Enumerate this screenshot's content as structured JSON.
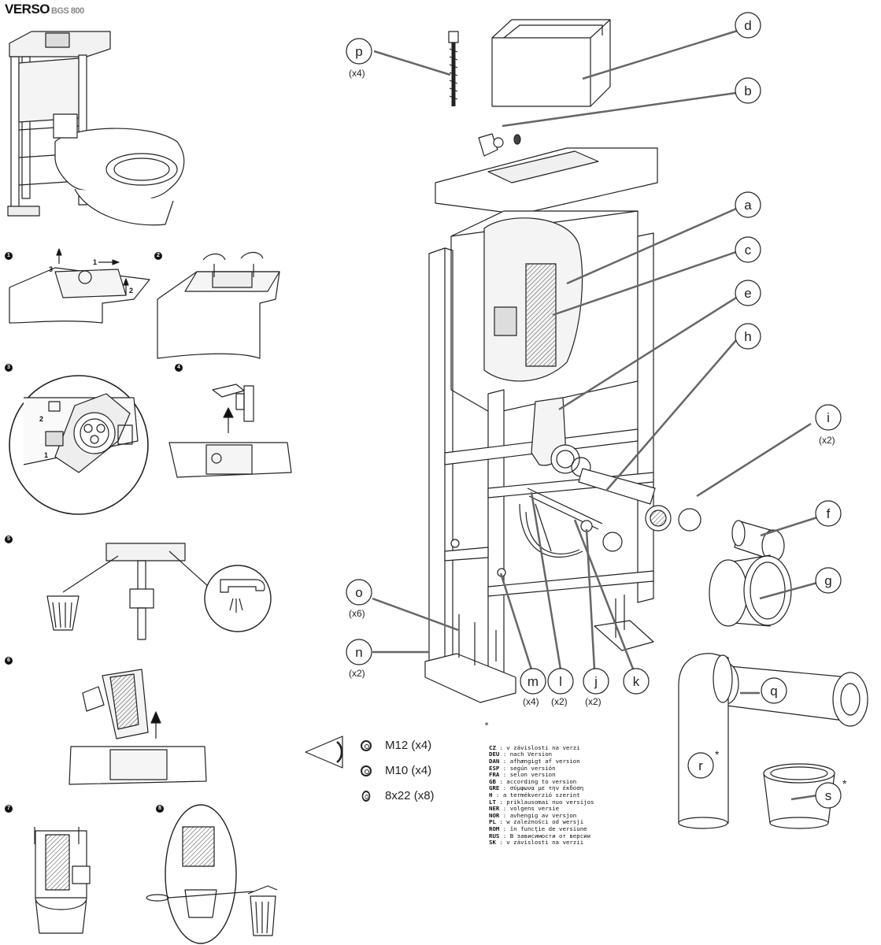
{
  "title": {
    "brand": "VERSO",
    "model": "BGS 800"
  },
  "steps": [
    "1",
    "2",
    "3",
    "4",
    "5",
    "6",
    "7",
    "8"
  ],
  "step1_arrows": [
    "1",
    "2",
    "3"
  ],
  "step3_marks": [
    "1",
    "2"
  ],
  "parts": [
    {
      "letter": "p",
      "qty": "(x4)"
    },
    {
      "letter": "d",
      "qty": ""
    },
    {
      "letter": "b",
      "qty": ""
    },
    {
      "letter": "a",
      "qty": ""
    },
    {
      "letter": "c",
      "qty": ""
    },
    {
      "letter": "e",
      "qty": ""
    },
    {
      "letter": "h",
      "qty": ""
    },
    {
      "letter": "i",
      "qty": "(x2)"
    },
    {
      "letter": "f",
      "qty": ""
    },
    {
      "letter": "g",
      "qty": ""
    },
    {
      "letter": "o",
      "qty": "(x6)"
    },
    {
      "letter": "n",
      "qty": "(x2)"
    },
    {
      "letter": "m",
      "qty": "(x4)"
    },
    {
      "letter": "l",
      "qty": "(x2)"
    },
    {
      "letter": "j",
      "qty": "(x2)"
    },
    {
      "letter": "k",
      "qty": ""
    },
    {
      "letter": "q",
      "qty": ""
    },
    {
      "letter": "r",
      "qty": ""
    },
    {
      "letter": "s",
      "qty": ""
    }
  ],
  "asterisk": "*",
  "fixings": [
    {
      "icon": "nut-m12-icon",
      "label": "M12 (x4)"
    },
    {
      "icon": "nut-m10-icon",
      "label": "M10 (x4)"
    },
    {
      "icon": "washer-icon",
      "label": "8x22 (x8)"
    }
  ],
  "legend": [
    {
      "code": "CZ",
      "text": "v závislosti na verzi"
    },
    {
      "code": "DEU",
      "text": "nach Version"
    },
    {
      "code": "DAN",
      "text": "afhængigt af version"
    },
    {
      "code": "ESP",
      "text": "según versión"
    },
    {
      "code": "FRA",
      "text": "selon version"
    },
    {
      "code": "GB",
      "text": "according to version"
    },
    {
      "code": "GRE",
      "text": "σύμφωνα με την έκδοση"
    },
    {
      "code": "H",
      "text": "a termékverzió szerint"
    },
    {
      "code": "LT",
      "text": "priklausomai nuo versijos"
    },
    {
      "code": "NER",
      "text": "volgens versie"
    },
    {
      "code": "NOR",
      "text": "avhengig av versjon"
    },
    {
      "code": "PL",
      "text": "w zależności od wersji"
    },
    {
      "code": "ROM",
      "text": "în funcţie de versiune"
    },
    {
      "code": "RUS",
      "text": "В зависимости от версии"
    },
    {
      "code": "SK",
      "text": "v závislosti na verzii"
    }
  ]
}
